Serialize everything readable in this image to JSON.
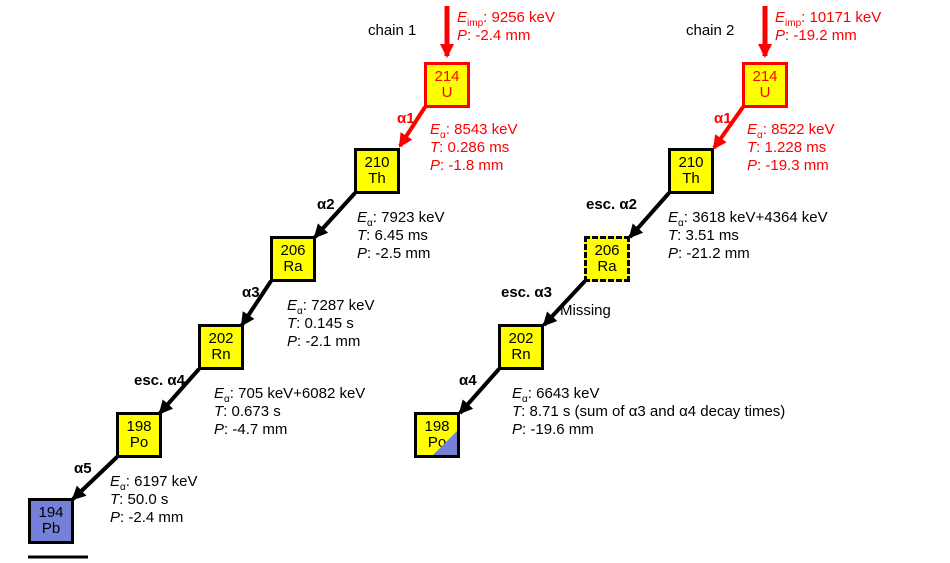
{
  "colors": {
    "head_red": "#ff0000",
    "box_yellow": "#ffff00",
    "pb_blue": "#7580d8",
    "text_black": "#000000"
  },
  "symbols": {
    "energy": "E",
    "time": "T",
    "position": "P",
    "alpha": "α",
    "imp": "imp"
  },
  "chains": [
    {
      "name": "chain 1",
      "implant": {
        "e": ": 9256 keV",
        "p": ": -2.4 mm"
      },
      "boxes": [
        {
          "mass": "214",
          "el": "U"
        },
        {
          "mass": "210",
          "el": "Th"
        },
        {
          "mass": "206",
          "el": "Ra"
        },
        {
          "mass": "202",
          "el": "Rn"
        },
        {
          "mass": "198",
          "el": "Po"
        },
        {
          "mass": "194",
          "el": "Pb"
        }
      ],
      "decays": [
        {
          "label": "α1",
          "e": ": 8543 keV",
          "t": ": 0.286 ms",
          "p": ": -1.8 mm"
        },
        {
          "label": "α2",
          "e": ": 7923 keV",
          "t": ": 6.45 ms",
          "p": ": -2.5 mm"
        },
        {
          "label": "α3",
          "e": ": 7287 keV",
          "t": ": 0.145 s",
          "p": ": -2.1 mm"
        },
        {
          "label": "esc. α4",
          "e": ": 705 keV+6082 keV",
          "t": ": 0.673 s",
          "p": ": -4.7 mm"
        },
        {
          "label": "α5",
          "e": ": 6197 keV",
          "t": ": 50.0 s",
          "p": ": -2.4 mm"
        }
      ]
    },
    {
      "name": "chain 2",
      "implant": {
        "e": ": 10171 keV",
        "p": ": -19.2 mm"
      },
      "boxes": [
        {
          "mass": "214",
          "el": "U"
        },
        {
          "mass": "210",
          "el": "Th"
        },
        {
          "mass": "206",
          "el": "Ra"
        },
        {
          "mass": "202",
          "el": "Rn"
        },
        {
          "mass": "198",
          "el": "Po"
        }
      ],
      "decays": [
        {
          "label": "α1",
          "e": ": 8522 keV",
          "t": ": 1.228 ms",
          "p": ": -19.3 mm"
        },
        {
          "label": "esc. α2",
          "e": ": 3618 keV+4364 keV",
          "t": ": 3.51 ms",
          "p": ": -21.2 mm"
        },
        {
          "label": "esc. α3",
          "missing": "Missing"
        },
        {
          "label": "α4",
          "e": ": 6643 keV",
          "t": ": 8.71 s (sum of α3 and α4 decay times)",
          "p": ": -19.6 mm"
        }
      ]
    }
  ]
}
